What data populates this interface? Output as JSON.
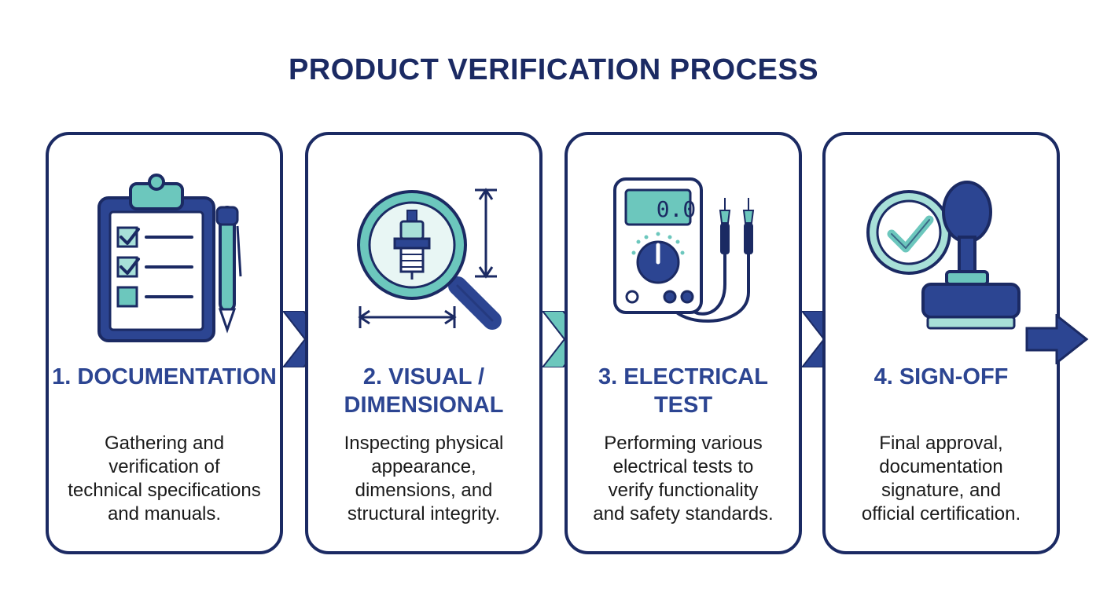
{
  "title": "PRODUCT VERIFICATION PROCESS",
  "steps": [
    {
      "heading": "1. DOCUMENTATION",
      "description": "Gathering and\nverification of\ntechnical specifications\nand manuals.",
      "icon": "clipboard-checklist-icon"
    },
    {
      "heading": "2. VISUAL /\nDIMENSIONAL",
      "description": "Inspecting physical\nappearance,\ndimensions, and\nstructural integrity.",
      "icon": "magnifier-spark-plug-icon"
    },
    {
      "heading": "3. ELECTRICAL\nTEST",
      "description": "Performing various\nelectrical tests to\nverify functionality\nand safety standards.",
      "icon": "multimeter-icon",
      "meter_reading": "0.0"
    },
    {
      "heading": "4. SIGN-OFF",
      "description": "Final approval,\ndocumentation\nsignature, and\nofficial certification.",
      "icon": "approval-stamp-icon"
    }
  ],
  "colors": {
    "navy": "#1b2a63",
    "blue": "#2c4592",
    "teal": "#6cc7bd",
    "light_teal": "#a8e0d8"
  }
}
